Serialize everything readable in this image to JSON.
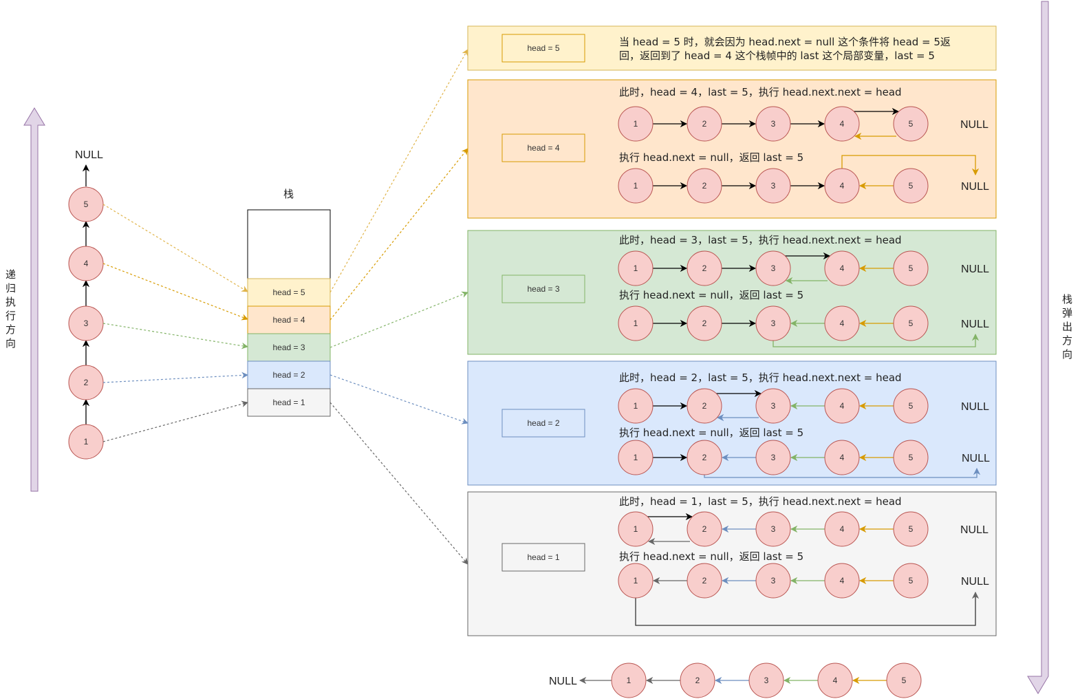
{
  "colors": {
    "yellow_fill": "#fff2cc",
    "yellow_stroke": "#d6b656",
    "yellow_arrow": "#e0b44a",
    "orange_fill": "#ffe6cc",
    "orange_stroke": "#d79b00",
    "orange_arrow": "#d79b00",
    "green_fill": "#d5e8d4",
    "green_stroke": "#82b366",
    "green_arrow": "#82b366",
    "blue_fill": "#dae8fc",
    "blue_stroke": "#6c8ebf",
    "blue_arrow": "#6c8ebf",
    "gray_fill": "#f5f5f5",
    "gray_stroke": "#666666",
    "gray_arrow": "#666666",
    "node_fill": "#f8cecc",
    "node_stroke": "#b85450",
    "side_arrow_fill": "#e1d5e7",
    "side_arrow_stroke": "#9673a6"
  },
  "left_direction_label": [
    "递",
    "归",
    "执",
    "行",
    "方",
    "向"
  ],
  "right_direction_label": [
    "栈",
    "弹",
    "出",
    "方",
    "向"
  ],
  "chain_nodes": [
    "1",
    "2",
    "3",
    "4",
    "5"
  ],
  "chain_null": "NULL",
  "stack": {
    "title": "栈",
    "frames": [
      "head = 5",
      "head = 4",
      "head = 3",
      "head = 2",
      "head = 1"
    ]
  },
  "panels": [
    {
      "head_label": "head = 5",
      "lines": [
        "当 head = 5 时，就会因为 head.next = null 这个条件将 head = 5返",
        "回，返回到了 head = 4 这个栈帧中的 last 这个局部变量，last = 5"
      ]
    },
    {
      "head_label": "head = 4",
      "caption1": "此时，head = 4，last = 5，执行 head.next.next = head",
      "caption2": "执行 head.next = null，返回 last = 5",
      "null": "NULL"
    },
    {
      "head_label": "head = 3",
      "caption1": "此时，head = 3，last = 5，执行 head.next.next = head",
      "caption2": "执行 head.next = null，返回 last = 5",
      "null": "NULL"
    },
    {
      "head_label": "head = 2",
      "caption1": "此时，head = 2，last = 5，执行 head.next.next = head",
      "caption2": "执行 head.next = null，返回 last = 5",
      "null": "NULL"
    },
    {
      "head_label": "head = 1",
      "caption1": "此时，head = 1，last = 5，执行 head.next.next = head",
      "caption2": "执行 head.next = null，返回 last = 5",
      "null": "NULL"
    }
  ],
  "final": {
    "null": "NULL",
    "nodes": [
      "1",
      "2",
      "3",
      "4",
      "5"
    ]
  }
}
